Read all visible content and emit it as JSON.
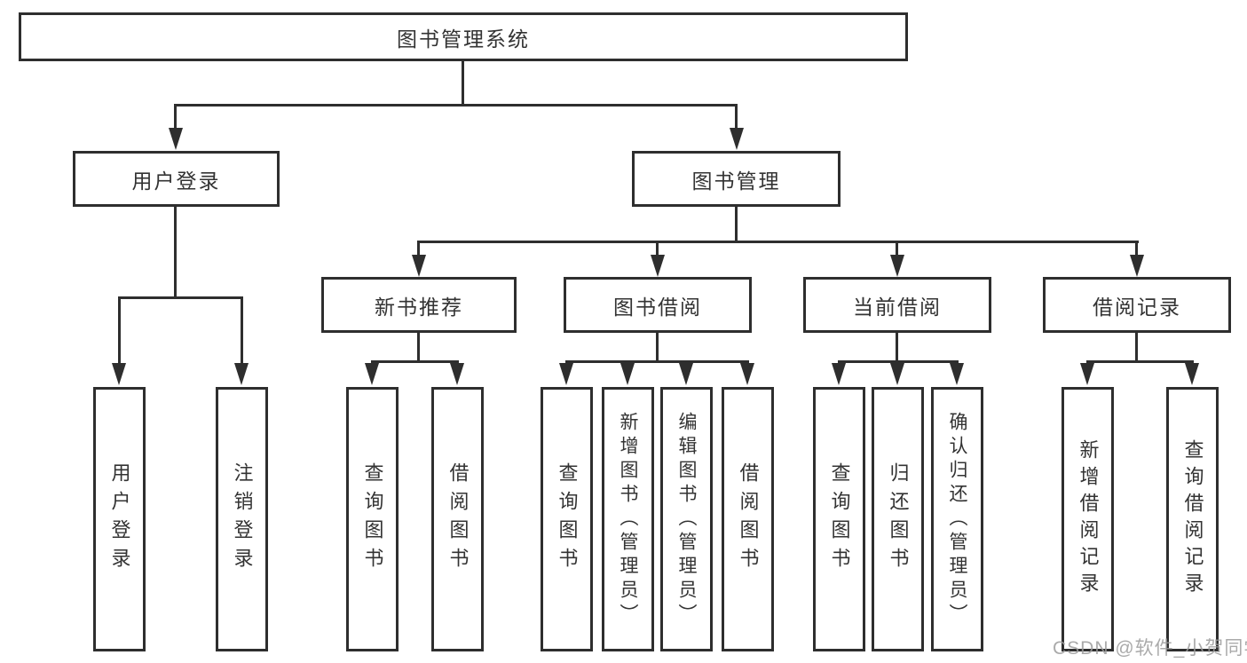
{
  "colors": {
    "line": "#2e2e2e",
    "text": "#333333",
    "watermark": "#9c9c9c",
    "background": "#ffffff"
  },
  "diagram": {
    "title": "图书管理系统",
    "root": "图书管理系统",
    "level2": [
      "用户登录",
      "图书管理"
    ],
    "level3": [
      "新书推荐",
      "图书借阅",
      "当前借阅",
      "借阅记录"
    ],
    "leaf_groups": [
      {
        "parent": "用户登录",
        "items": [
          "用户登录",
          "注销登录"
        ]
      },
      {
        "parent": "新书推荐",
        "items": [
          "查询图书",
          "借阅图书"
        ]
      },
      {
        "parent": "图书借阅",
        "items": [
          "查询图书",
          "新增图书（管理员）",
          "编辑图书（管理员）",
          "借阅图书"
        ]
      },
      {
        "parent": "当前借阅",
        "items": [
          "查询图书",
          "归还图书",
          "确认归还（管理员）"
        ]
      },
      {
        "parent": "借阅记录",
        "items": [
          "新增借阅记录",
          "查询借阅记录"
        ]
      }
    ]
  },
  "watermark": "CSDN @软件_小贺同学"
}
